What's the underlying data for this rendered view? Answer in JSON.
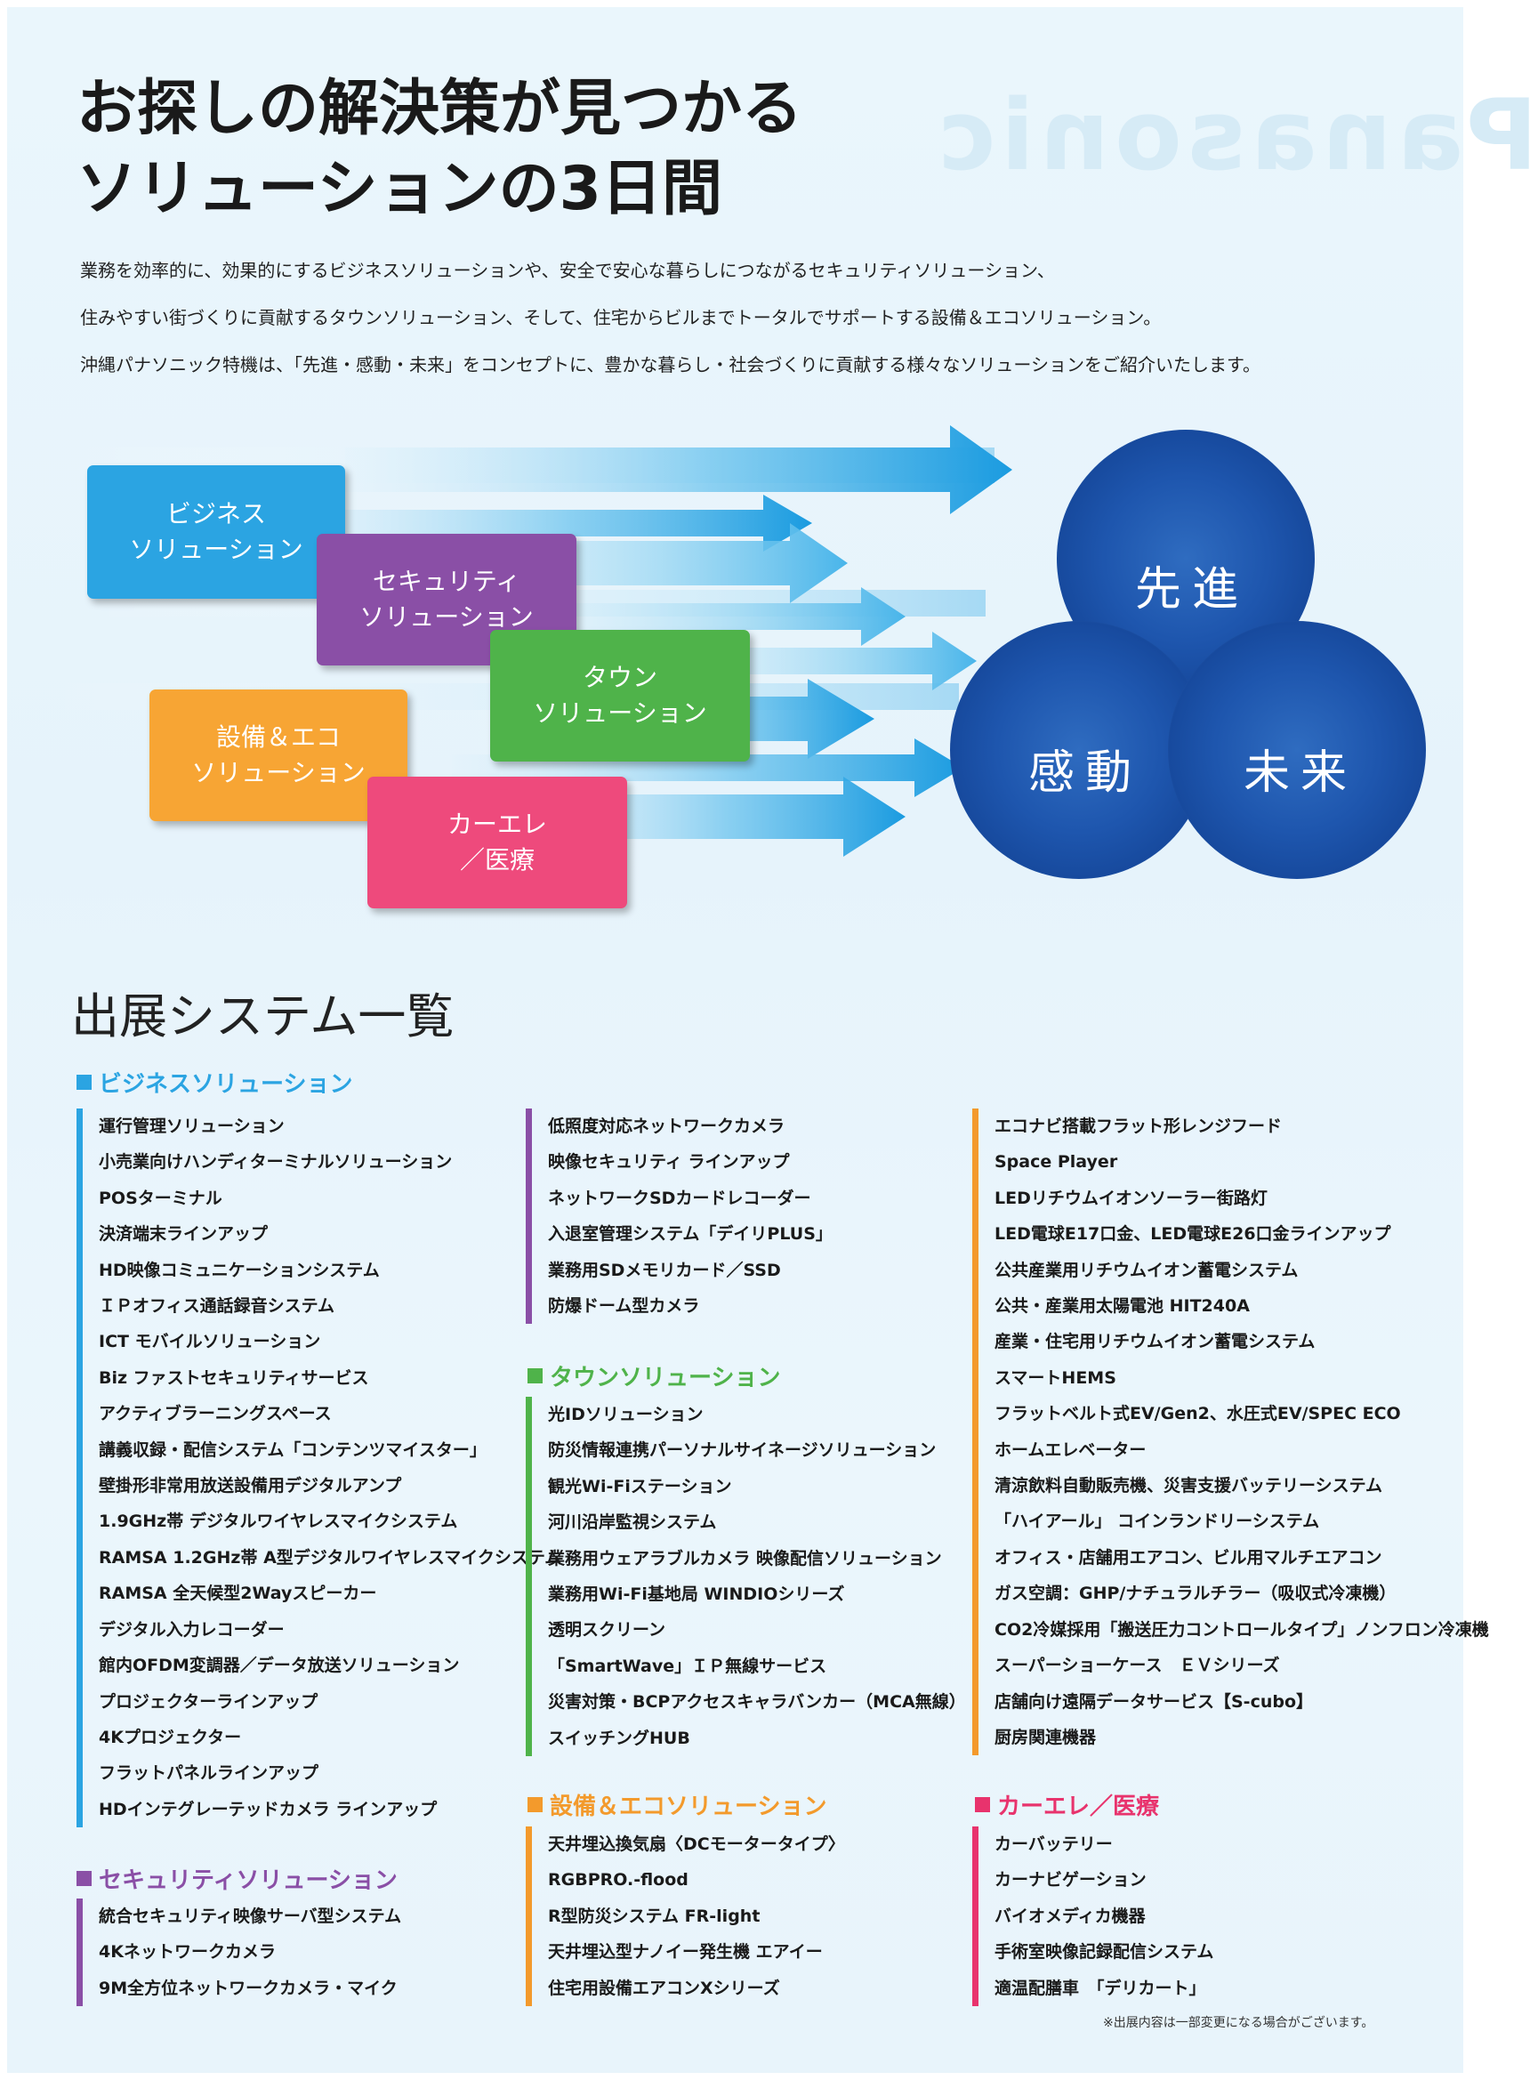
{
  "watermark": "Panasonic",
  "header": {
    "title_line1": "お探しの解決策が見つかる",
    "title_line2": "ソリューションの3日間"
  },
  "intro": [
    "業務を効率的に、効果的にするビジネスソリューションや、安全で安心な暮らしにつながるセキュリティソリューション、",
    "住みやすい街づくりに貢献するタウンソリューション、そして、住宅からビルまでトータルでサポートする設備＆エコソリューション。",
    "沖縄パナソニック特機は、「先進・感動・未来」をコンセプトに、豊かな暮らし・社会づくりに貢献する様々なソリューションをご紹介いたします。"
  ],
  "solution_boxes": [
    {
      "line1": "ビジネス",
      "line2": "ソリューション",
      "color": "#2ba4e2"
    },
    {
      "line1": "セキュリティ",
      "line2": "ソリューション",
      "color": "#8a4fa6"
    },
    {
      "line1": "タウン",
      "line2": "ソリューション",
      "color": "#4fb34a"
    },
    {
      "line1": "設備＆エコ",
      "line2": "ソリューション",
      "color": "#f7a534"
    },
    {
      "line1": "カーエレ",
      "line2": "／医療",
      "color": "#ee4a7c"
    }
  ],
  "concepts": {
    "top": "先進",
    "left": "感動",
    "right": "未来"
  },
  "list_heading": "出展システム一覧",
  "categories": {
    "business": {
      "title": "ビジネスソリューション",
      "color": "#2ba4e2",
      "items": [
        "運行管理ソリューション",
        "小売業向けハンディターミナルソリューション",
        "POSターミナル",
        "決済端末ラインアップ",
        "HD映像コミュニケーションシステム",
        "ＩＰオフィス通話録音システム",
        "ICT モバイルソリューション",
        "Biz ファストセキュリティサービス",
        "アクティブラーニングスペース",
        "講義収録・配信システム「コンテンツマイスター」",
        "壁掛形非常用放送設備用デジタルアンプ",
        "1.9GHz帯 デジタルワイヤレスマイクシステム",
        "RAMSA 1.2GHz帯 A型デジタルワイヤレスマイクシステム",
        "RAMSA 全天候型2Wayスピーカー",
        "デジタル入力レコーダー",
        "館内OFDM変調器／データ放送ソリューション",
        "プロジェクターラインアップ",
        "4Kプロジェクター",
        "フラットパネルラインアップ",
        "HDインテグレーテッドカメラ ラインアップ"
      ]
    },
    "security": {
      "title": "セキュリティソリューション",
      "color": "#8a4fa6",
      "items": [
        "統合セキュリティ映像サーバ型システム",
        "4Kネットワークカメラ",
        "9M全方位ネットワークカメラ・マイク"
      ]
    },
    "security_cont": {
      "items": [
        "低照度対応ネットワークカメラ",
        "映像セキュリティ ラインアップ",
        "ネットワークSDカードレコーダー",
        "入退室管理システム「デイリPLUS」",
        "業務用SDメモリカード／SSD",
        "防爆ドーム型カメラ"
      ]
    },
    "town": {
      "title": "タウンソリューション",
      "color": "#4fb34a",
      "items": [
        "光IDソリューション",
        "防災情報連携パーソナルサイネージソリューション",
        "観光Wi-Fiステーション",
        "河川沿岸監視システム",
        "業務用ウェアラブルカメラ 映像配信ソリューション",
        "業務用Wi-Fi基地局 WINDIOシリーズ",
        "透明スクリーン",
        "「SmartWave」ＩＰ無線サービス",
        "災害対策・BCPアクセスキャラバンカー（MCA無線）",
        "スイッチングHUB"
      ]
    },
    "eco": {
      "title": "設備＆エコソリューション",
      "color": "#f39a2c",
      "items": [
        "天井埋込換気扇〈DCモータータイプ〉",
        "RGBPRO.-flood",
        "R型防災システム FR-light",
        "天井埋込型ナノイー発生機 エアイー",
        "住宅用設備エアコンXシリーズ"
      ]
    },
    "eco_cont": {
      "items": [
        "エコナビ搭載フラット形レンジフード",
        "Space Player",
        "LEDリチウムイオンソーラー街路灯",
        "LED電球E17口金、LED電球E26口金ラインアップ",
        "公共産業用リチウムイオン蓄電システム",
        "公共・産業用太陽電池 HIT240A",
        "産業・住宅用リチウムイオン蓄電システム",
        "スマートHEMS",
        "フラットベルト式EV/Gen2、水圧式EV/SPEC ECO",
        "ホームエレベーター",
        "清涼飲料自動販売機、災害支援バッテリーシステム",
        "「ハイアール」 コインランドリーシステム",
        "オフィス・店舗用エアコン、ビル用マルチエアコン",
        "ガス空調：GHP/ナチュラルチラー（吸収式冷凍機）",
        "CO2冷媒採用「搬送圧力コントロールタイプ」ノンフロン冷凍機",
        "スーパーショーケース　ＥＶシリーズ",
        "店舗向け遠隔データサービス【S-cubo】",
        "厨房関連機器"
      ]
    },
    "car": {
      "title": "カーエレ／医療",
      "color": "#e8336d",
      "items": [
        "カーバッテリー",
        "カーナビゲーション",
        "バイオメディカ機器",
        "手術室映像記録配信システム",
        "適温配膳車　「デリカート」"
      ]
    }
  },
  "note": "※出展内容は一部変更になる場合がございます。"
}
